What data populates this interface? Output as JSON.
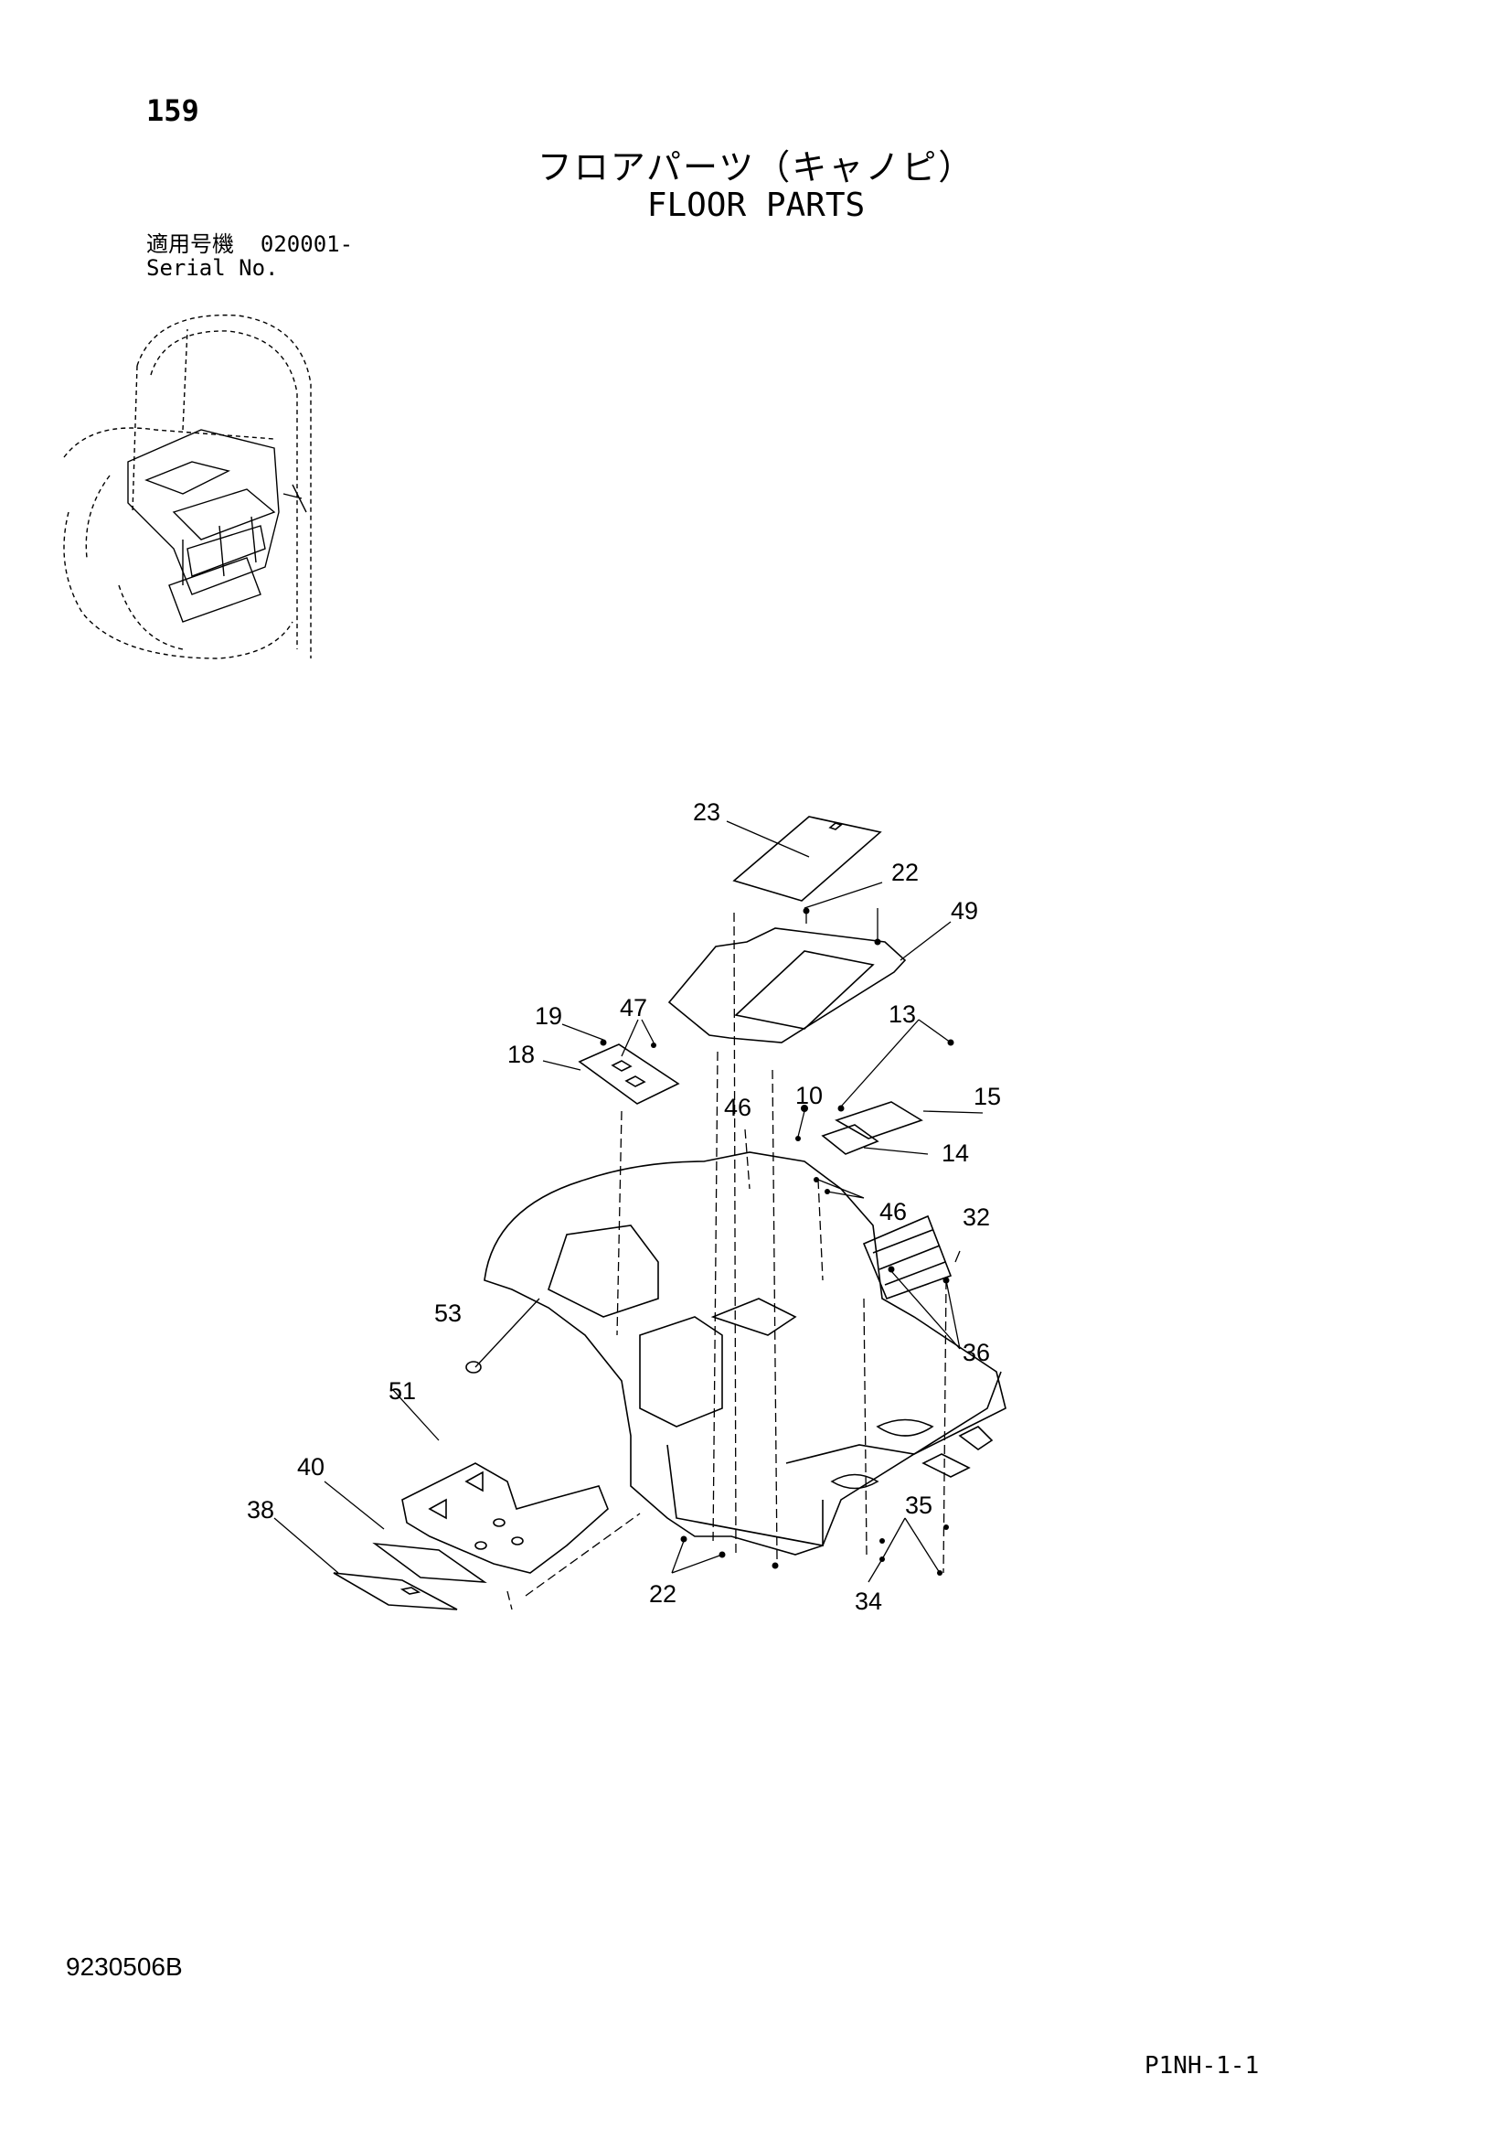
{
  "header": {
    "page_number": "159",
    "title_jp": "フロアパーツ（キャノピ）",
    "title_en": "FLOOR PARTS",
    "serial_label_jp": "適用号機",
    "serial_value": "020001-",
    "serial_label_en": "Serial No."
  },
  "callouts": [
    "23",
    "22",
    "49",
    "19",
    "47",
    "13",
    "18",
    "10",
    "15",
    "46",
    "14",
    "46",
    "32",
    "53",
    "36",
    "51",
    "40",
    "35",
    "38",
    "22",
    "34"
  ],
  "footer": {
    "doc_code": "9230506B",
    "page_ref": "P1NH-1-1"
  }
}
